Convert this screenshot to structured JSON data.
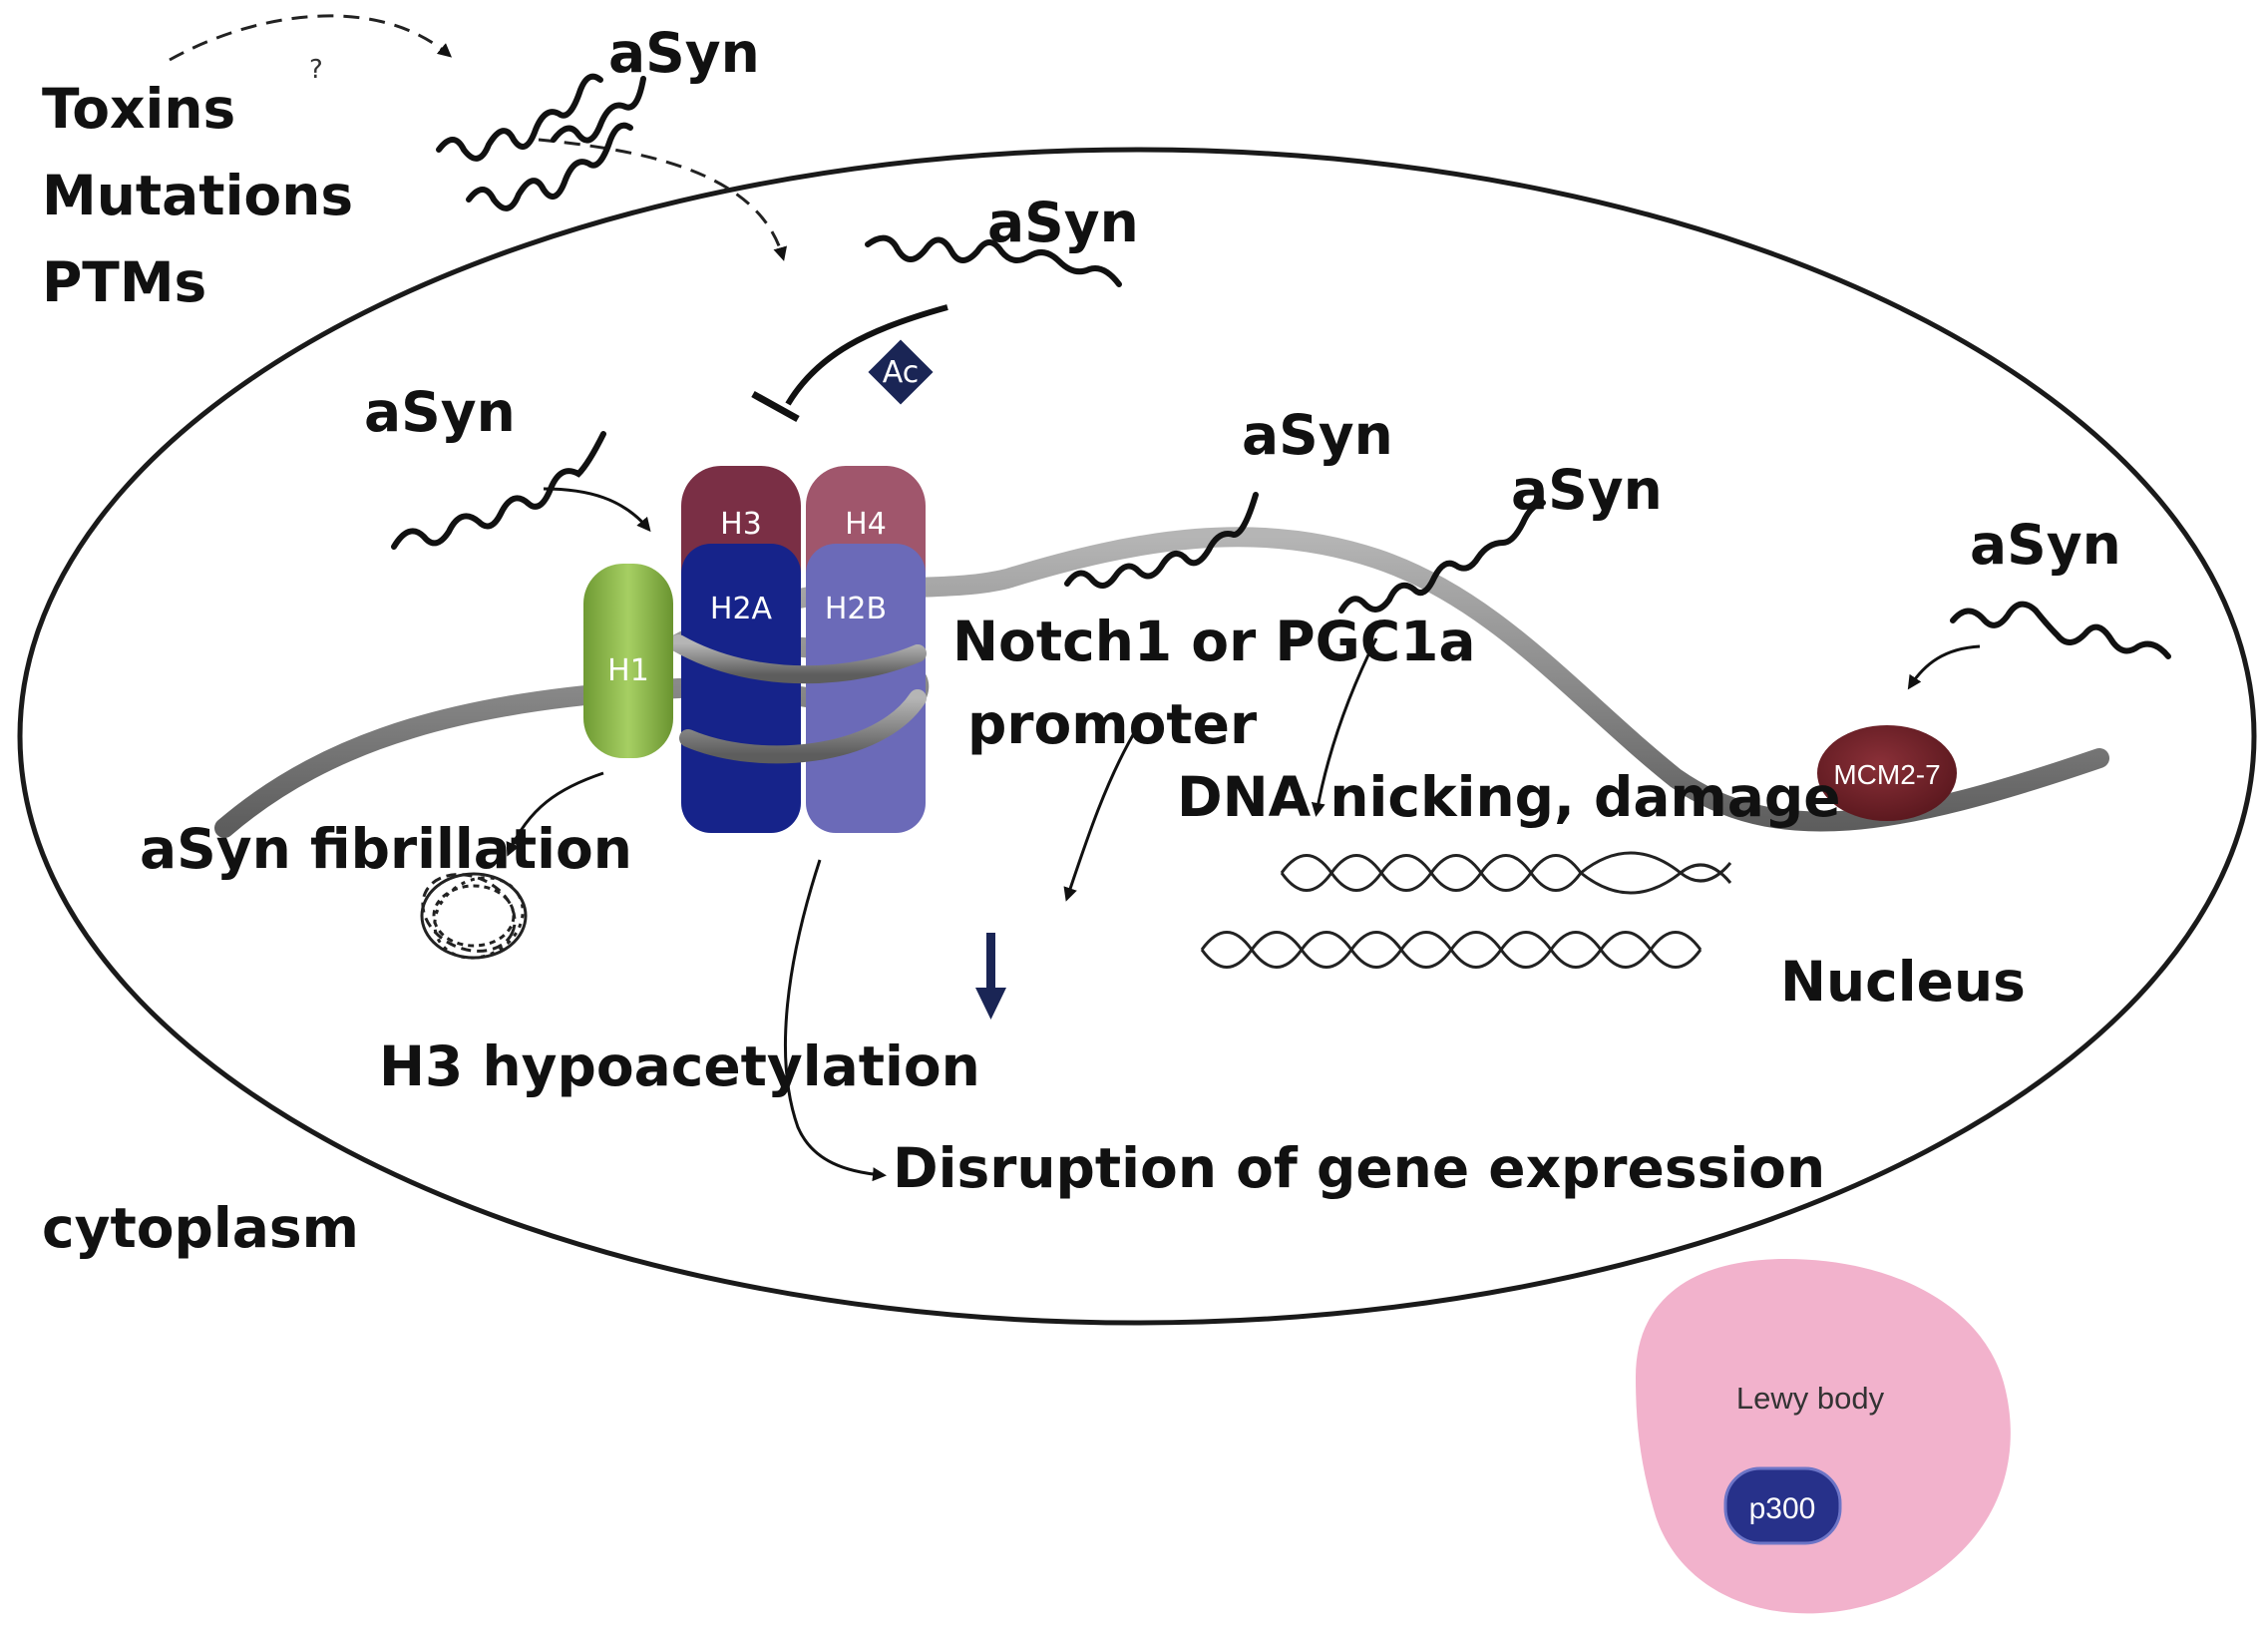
{
  "labels": {
    "toxins": "Toxins",
    "mutations": "Mutations",
    "ptms": "PTMs",
    "question": "?",
    "asyn_top": "aSyn",
    "asyn_ac": "aSyn",
    "asyn_left": "aSyn",
    "asyn_mid": "aSyn",
    "asyn_mid2": "aSyn",
    "asyn_right": "aSyn",
    "ac": "Ac",
    "notch_line1": "Notch1 or PGC1a",
    "notch_line2": "promoter",
    "dna_nicking": "DNA nicking, damage",
    "fibrillation": "aSyn fibrillation",
    "hypoacetylation": "H3 hypoacetylation",
    "disruption": "Disruption of gene expression",
    "nucleus": "Nucleus",
    "cytoplasm": "cytoplasm",
    "lewy_body": "Lewy body",
    "p300": "p300",
    "mcm": "MCM2-7"
  },
  "histones": {
    "h1": "H1",
    "h2a": "H2A",
    "h2b": "H2B",
    "h3": "H3",
    "h4": "H4"
  },
  "colors": {
    "h3": "#7a2f45",
    "h4": "#a0566c",
    "h2a": "#16238a",
    "h2b": "#6b6ab8",
    "h1": "#8cb84a",
    "dna": "#808080",
    "mcm": "#6e1f25",
    "lewy_body": "#f2b2cc",
    "p300": "#27318a",
    "ac": "#1a2555"
  }
}
